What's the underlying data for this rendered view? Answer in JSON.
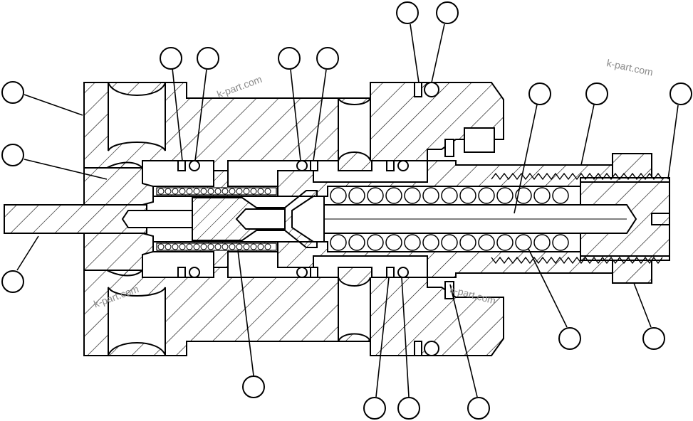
{
  "watermarks": [
    "k-part.com",
    "k-part.com",
    "k-part.com",
    "k-part.com"
  ],
  "callouts": [
    {
      "label": ""
    },
    {
      "label": ""
    },
    {
      "label": ""
    },
    {
      "label": ""
    },
    {
      "label": ""
    },
    {
      "label": ""
    },
    {
      "label": ""
    },
    {
      "label": ""
    },
    {
      "label": ""
    },
    {
      "label": ""
    },
    {
      "label": ""
    },
    {
      "label": ""
    },
    {
      "label": ""
    },
    {
      "label": ""
    },
    {
      "label": ""
    },
    {
      "label": ""
    },
    {
      "label": ""
    },
    {
      "label": ""
    },
    {
      "label": ""
    }
  ],
  "colors": {
    "line": "#000000",
    "background": "#ffffff",
    "watermark": "#8a8a8a"
  }
}
